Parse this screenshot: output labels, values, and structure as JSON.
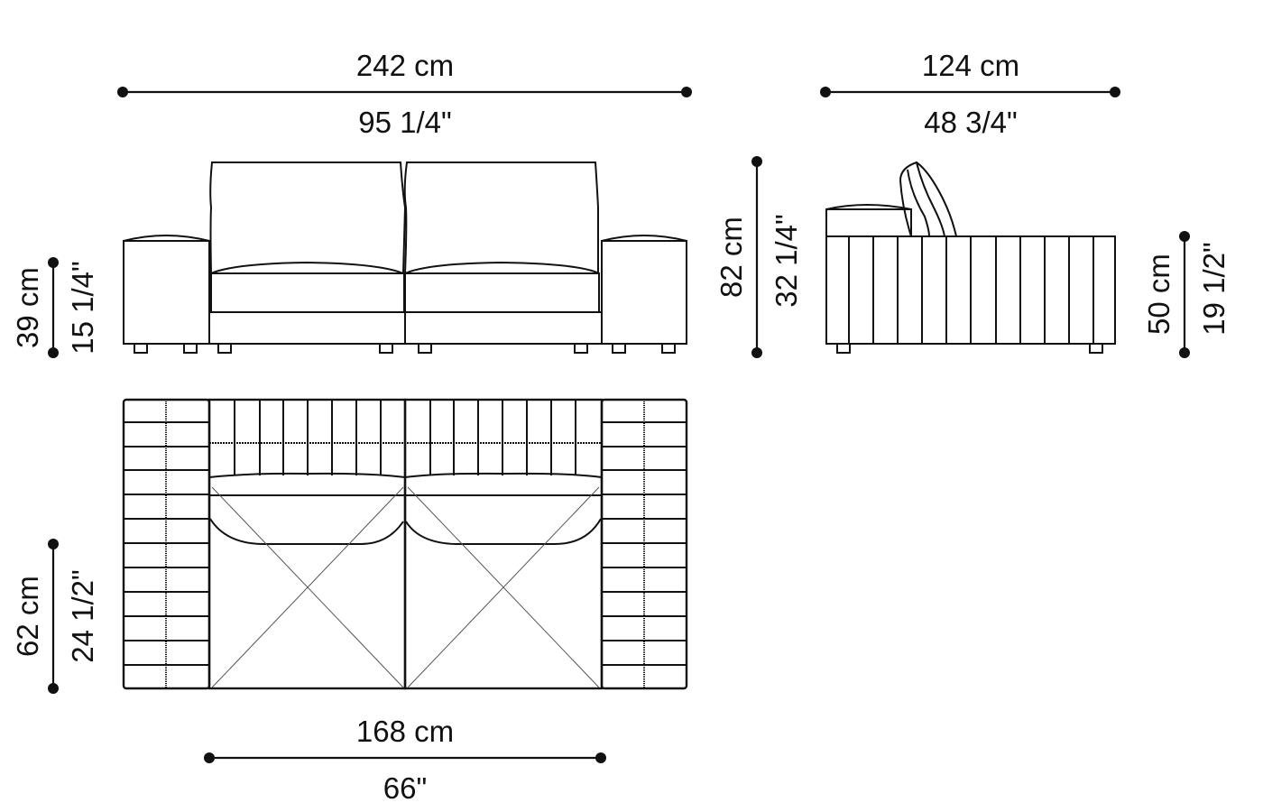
{
  "drawing": {
    "title": "Two-seat sofa dimension drawing",
    "background": "#ffffff",
    "line_color": "#111111"
  },
  "dimensions": {
    "overall_width": {
      "metric": "242 cm",
      "imperial": "95 1/4\""
    },
    "overall_depth": {
      "metric": "124 cm",
      "imperial": "48 3/4\""
    },
    "overall_height": {
      "metric": "82 cm",
      "imperial": "32 1/4\""
    },
    "arm_height": {
      "metric": "39 cm",
      "imperial": "15 1/4\""
    },
    "seat_height": {
      "metric": "50 cm",
      "imperial": "19 1/2\""
    },
    "seat_depth": {
      "metric": "62 cm",
      "imperial": "24 1/2\""
    },
    "seat_width": {
      "metric": "168 cm",
      "imperial": "66\""
    }
  },
  "views": [
    {
      "name": "front-view"
    },
    {
      "name": "side-view"
    },
    {
      "name": "top-view"
    }
  ]
}
